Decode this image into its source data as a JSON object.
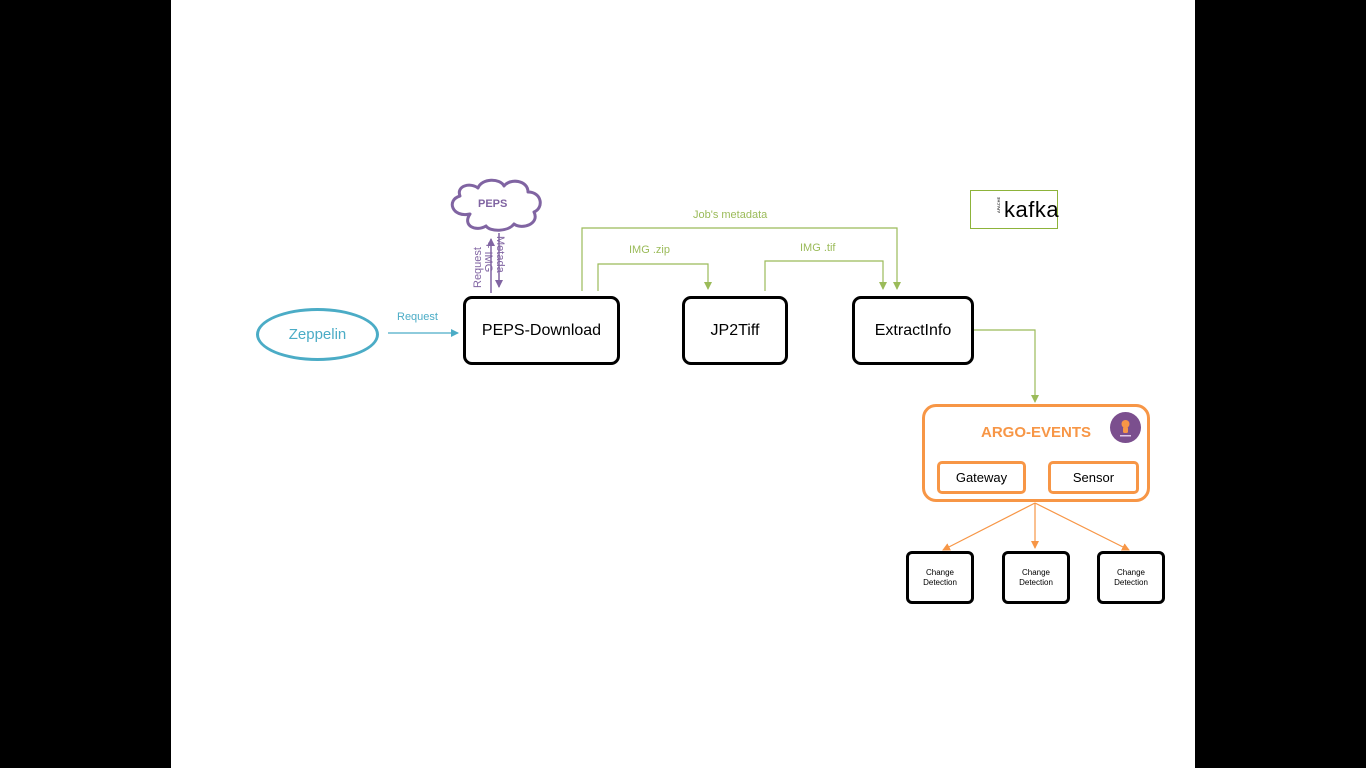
{
  "colors": {
    "background": "#000000",
    "slide": "#ffffff",
    "zeppelin": "#4bacc6",
    "peps": "#8064a2",
    "data_flow": "#9bbb59",
    "argo": "#f79646",
    "box_border": "#000000"
  },
  "nodes": {
    "zeppelin": "Zeppelin",
    "peps_cloud": "PEPS",
    "peps_download": "PEPS-Download",
    "jp2tiff": "JP2Tiff",
    "extract_info": "ExtractInfo",
    "argo_events": {
      "title": "ARGO-EVENTS",
      "gateway": "Gateway",
      "sensor": "Sensor",
      "icon": "argo-octopus-icon"
    },
    "change_detection": [
      {
        "line1": "Change",
        "line2": "Detection"
      },
      {
        "line1": "Change",
        "line2": "Detection"
      },
      {
        "line1": "Change",
        "line2": "Detection"
      }
    ]
  },
  "edges": {
    "zeppelin_request": "Request",
    "peps_request": "Request",
    "peps_metadata_line1": "Metada",
    "peps_metadata_line2": "+ IMG",
    "img_zip": "IMG .zip",
    "img_tif": "IMG .tif",
    "jobs_metadata": "Job's metadata"
  },
  "logos": {
    "kafka_word": "kafka",
    "kafka_apache": "APACHE",
    "kafka_icon": "kafka-icon"
  }
}
